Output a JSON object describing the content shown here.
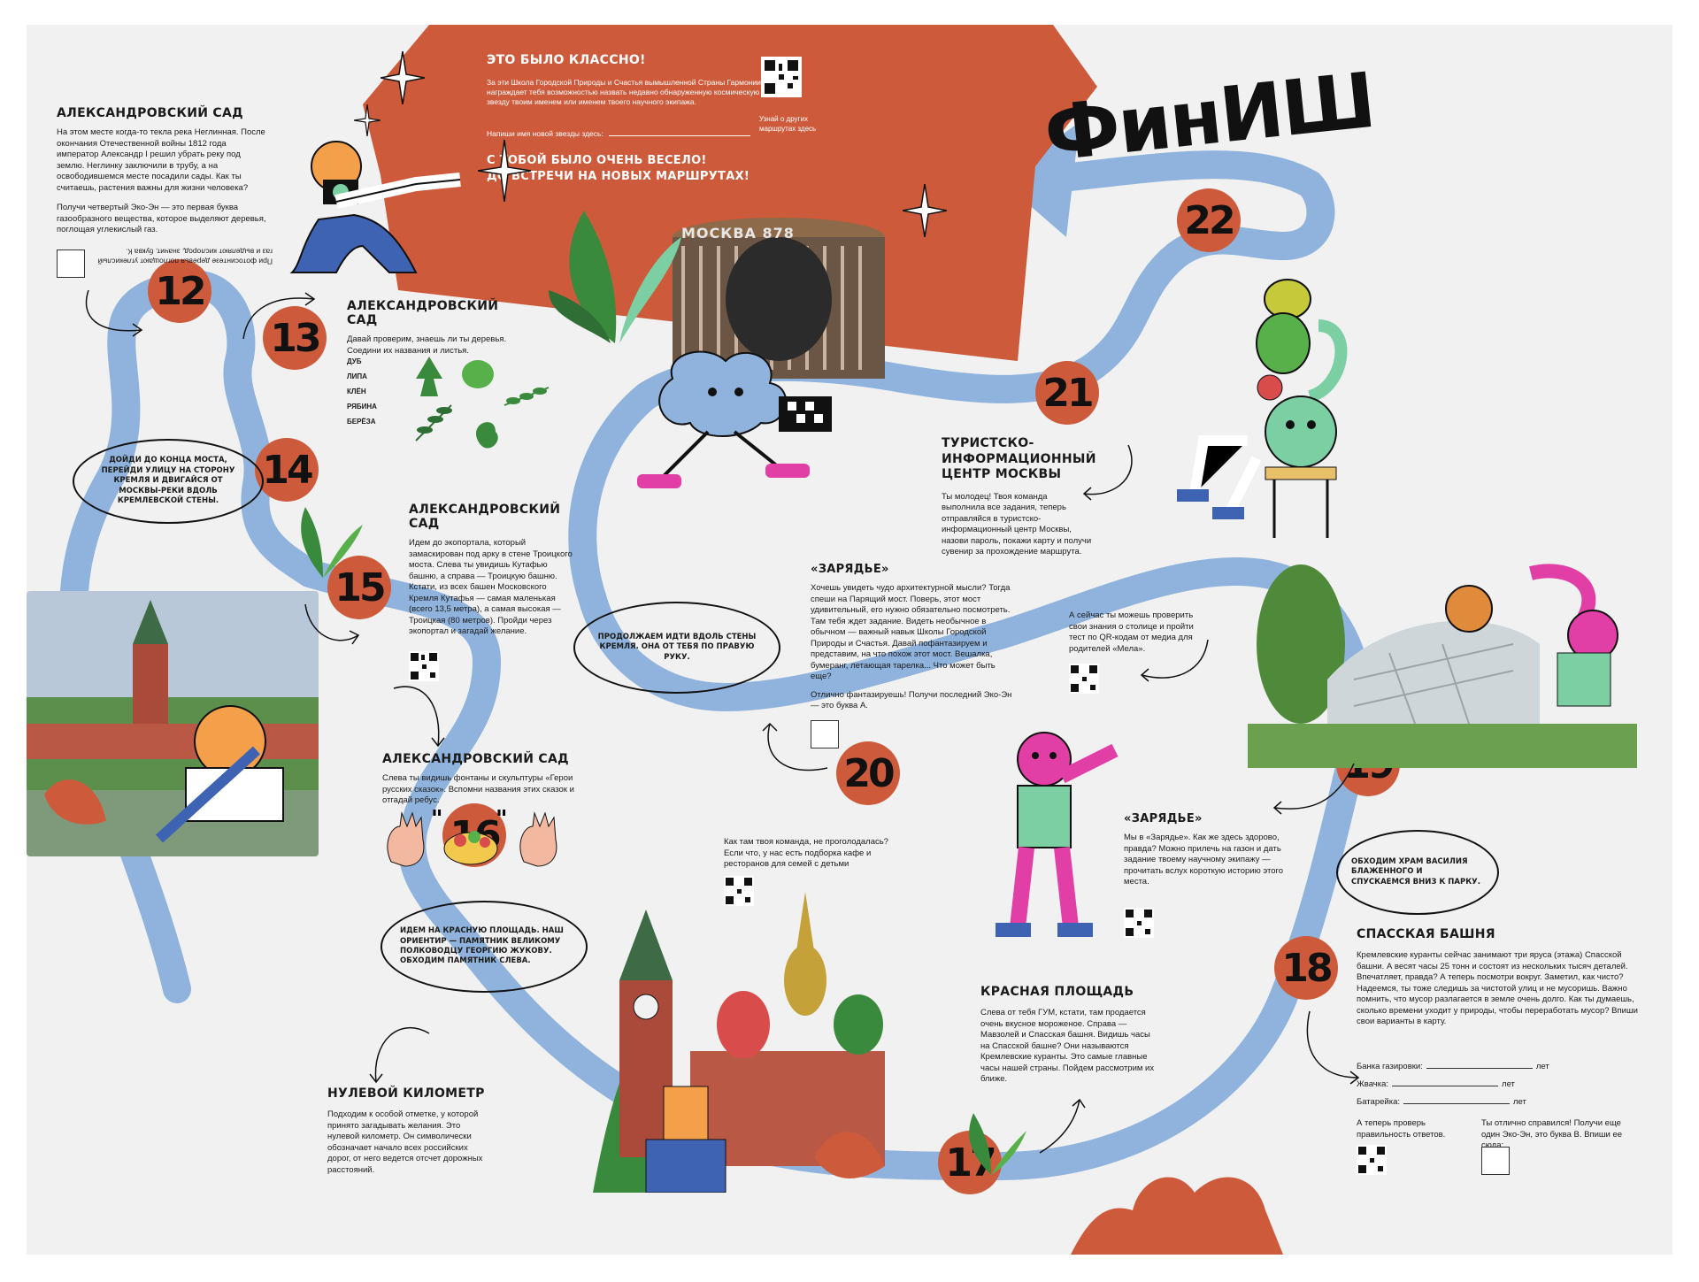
{
  "colors": {
    "path": "#8fb3dc",
    "accent": "#cd5b3b",
    "sheet": "#f1f1f1",
    "ink": "#111111",
    "green": "#3a8a3e",
    "pink": "#e13ea6",
    "mint": "#7ccfa3"
  },
  "finish": {
    "title": "ФинИШ"
  },
  "banner": {
    "title": "ЭТО БЫЛО КЛАССНО!",
    "text": "За эти Школа Городской Природы и Счастья вымышленной Страны Гармонии награждает тебя возможностью назвать недавно обнаруженную космическую звезду твоим именем или именем твоего научного экипажа.",
    "star_label": "Напиши имя новой звезды здесь:",
    "farewell_1": "С ТОБОЙ БЫЛО ОЧЕНЬ ВЕСЕЛО!",
    "farewell_2": "ДО ВСТРЕЧИ НА НОВЫХ МАРШРУТАХ!",
    "qr_caption": "Узнай о других маршрутах здесь"
  },
  "stops": [
    {
      "num": "12"
    },
    {
      "num": "13"
    },
    {
      "num": "14"
    },
    {
      "num": "15"
    },
    {
      "num": "16"
    },
    {
      "num": "17"
    },
    {
      "num": "18"
    },
    {
      "num": "19"
    },
    {
      "num": "20"
    },
    {
      "num": "21"
    },
    {
      "num": "22"
    }
  ],
  "sections": {
    "sad_intro": {
      "title": "АЛЕКСАНДРОВСКИЙ САД",
      "text": "На этом месте когда-то текла река Неглинная. После окончания Отечественной войны 1812 года император Александр I решил убрать реку под землю. Неглинку заключили в трубу, а на освободившемся месте посадили сады. Как ты считаешь, растения важны для жизни человека?",
      "text2": "Получи четвертый Эко-Эн — это первая буква газообразного вещества, которое выделяют деревья, поглощая углекислый газ.",
      "upside": "При фотосинтезе деревья поглощают углекислый газ и выделяют кислород, значит, буква К."
    },
    "sad_trees": {
      "title": "АЛЕКСАНДРОВСКИЙ САД",
      "text": "Давай проверим, знаешь ли ты деревья. Соедини их названия и листья.",
      "trees": [
        "ДУБ",
        "ЛИПА",
        "КЛЁН",
        "РЯБИНА",
        "БЕРЁЗА"
      ]
    },
    "sad_grotto": {
      "title": "АЛЕКСАНДРОВСКИЙ САД",
      "text": "Идем до экопортала, который замаскирован под арку в стене Троицкого моста. Слева ты увидишь Кутафью башню, а справа — Троицкую башню. Кстати, из всех башен Московского Кремля Кутафья — самая маленькая (всего 13,5 метра), а самая высокая — Троицкая (80 метров). Пройди через экопортал и загадай желание."
    },
    "sad_fountain": {
      "title": "АЛЕКСАНДРОВСКИЙ САД",
      "text": "Слева ты видишь фонтаны и скульптуры «Герои русских сказок». Вспомни названия этих сказок и отгадай ребус."
    },
    "zero_km": {
      "title": "НУЛЕВОЙ КИЛОМЕТР",
      "text": "Подходим к особой отметке, у которой принято загадывать желания. Это нулевой километр. Он символически обозначает начало всех российских дорог, от него ведется отсчет дорожных расстояний."
    },
    "red_square": {
      "title": "КРАСНАЯ ПЛОЩАДЬ",
      "text": "Слева от тебя ГУМ, кстати, там продается очень вкусное мороженое. Справа — Мавзолей и Спасская башня. Видишь часы на Спасской башне? Они называются Кремлевские куранты. Это самые главные часы нашей страны. Пойдем рассмотрим их ближе."
    },
    "cafe": {
      "text": "Как там твоя команда, не проголодалась? Если что, у нас есть подборка кафе и ресторанов для семей с детьми"
    },
    "spasskaya": {
      "title": "СПАССКАЯ БАШНЯ",
      "text": "Кремлевские куранты сейчас занимают три яруса (этажа) Спасской башни. А весят часы 25 тонн и состоят из нескольких тысяч деталей. Впечатляет, правда? А теперь посмотри вокруг. Заметил, как чисто? Надеемся, ты тоже следишь за чистотой улиц и не мусоришь. Важно помнить, что мусор разлагается в земле очень долго. Как ты думаешь, сколько времени уходит у природы, чтобы переработать мусор? Впиши свои варианты в карту.",
      "rows": [
        {
          "label": "Банка газировки:",
          "unit": "лет"
        },
        {
          "label": "Жвачка:",
          "unit": "лет"
        },
        {
          "label": "Батарейка:",
          "unit": "лет"
        }
      ],
      "check_answers": "А теперь проверь правильность ответов.",
      "final": "Ты отлично справился! Получи еще один Эко-Эн, это буква В. Впиши ее сюда:"
    },
    "zaryadye_1": {
      "title": "«ЗАРЯДЬЕ»",
      "text": "Мы в «Зарядье». Как же здесь здорово, правда? Можно прилечь на газон и дать задание твоему научному экипажу — прочитать вслух короткую историю этого места."
    },
    "zaryadye_2": {
      "title": "«ЗАРЯДЬЕ»",
      "text": "Хочешь увидеть чудо архитектурной мысли? Тогда спеши на Парящий мост. Поверь, этот мост удивительный, его нужно обязательно посмотреть. Там тебя ждет задание. Видеть необычное в обычном — важный навык Школы Городской Природы и Счастья. Давай пофантазируем и представим, на что похож этот мост. Вешалка, бумеранг, летающая тарелка... Что может быть еще?",
      "text2": "Отлично фантазируешь! Получи последний Эко-Эн — это буква А."
    },
    "quiz": {
      "text": "А сейчас ты можешь проверить свои знания о столице и пройти тест по QR-кодам от медиа для родителей «Мела»."
    },
    "tic": {
      "title": "ТУРИСТСКО-ИНФОРМАЦИОННЫЙ ЦЕНТР МОСКВЫ",
      "text": "Ты молодец! Твоя команда выполнила все задания, теперь отправляйся в туристско-информационный центр Москвы, назови пароль, покажи карту и получи сувенир за прохождение маршрута."
    }
  },
  "notes": {
    "bridge": "ДОЙДИ ДО КОНЦА МОСТА, ПЕРЕЙДИ УЛИЦУ НА СТОРОНУ КРЕМЛЯ И ДВИГАЙСЯ ОТ МОСКВЫ-РЕКИ ВДОЛЬ КРЕМЛЕВСКОЙ СТЕНЫ.",
    "wall": "ПРОДОЛЖАЕМ ИДТИ ВДОЛЬ СТЕНЫ КРЕМЛЯ. ОНА ОТ ТЕБЯ ПО ПРАВУЮ РУКУ.",
    "red_square": "ИДЕМ НА КРАСНУЮ ПЛОЩАДЬ. НАШ ОРИЕНТИР — ПАМЯТНИК ВЕЛИКОМУ ПОЛКОВОДЦУ ГЕОРГИЮ ЖУКОВУ. ОБХОДИМ ПАМЯТНИК СЛЕВА.",
    "cathedral": "ОБХОДИМ ХРАМ ВАСИЛИЯ БЛАЖЕННОГО И СПУСКАЕМСЯ ВНИЗ К ПАРКУ."
  },
  "illustrations": {
    "pavilion_sign": "МОСКВА 878"
  }
}
